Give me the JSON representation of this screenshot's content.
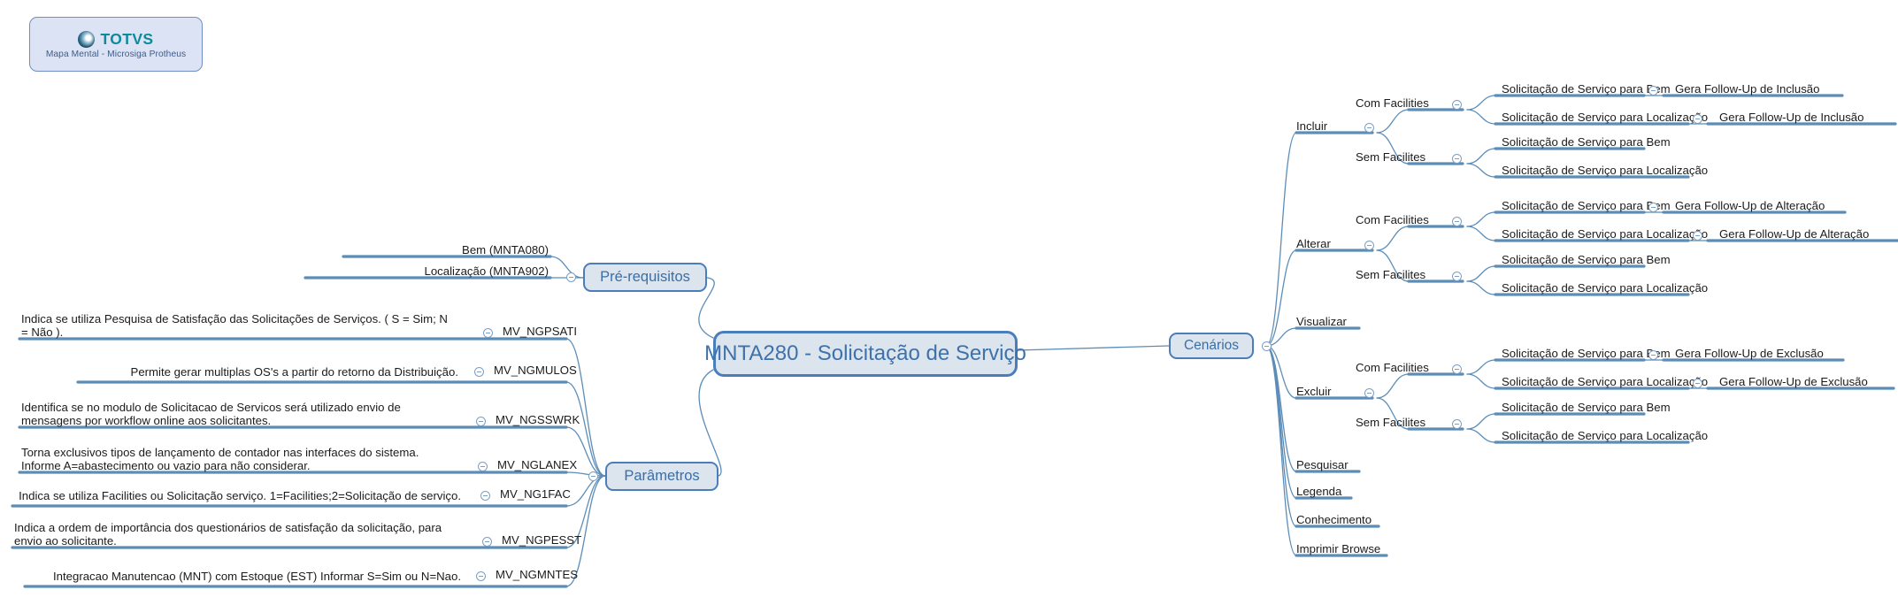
{
  "logo": {
    "brand": "TOTVS",
    "subtitle": "Mapa Mental - Microsiga Protheus",
    "orb_icon": "totvs-orb-icon",
    "brand_color": "#0f8a9a",
    "box_fill": "#dbe3f4",
    "box_border": "#6f8fc4"
  },
  "theme": {
    "node_fill": "#dce4ee",
    "node_border": "#4a7ebb",
    "node_text": "#3a6ea8",
    "connector": "#5b8db8",
    "topic_text": "#1b1b1b",
    "background": "#ffffff"
  },
  "central": {
    "label": "MNTA280 - Solicitação de Serviço"
  },
  "branches": {
    "prerequisitos": {
      "label": "Pré-requisitos",
      "children": [
        {
          "label": "Bem (MNTA080)"
        },
        {
          "label": "Localização (MNTA902)"
        }
      ]
    },
    "parametros": {
      "label": "Parâmetros",
      "children": [
        {
          "description": "Indica se utiliza Pesquisa de Satisfação das Solicitações de Serviços. ( S = Sim; N = Não ).",
          "name": "MV_NGPSATI"
        },
        {
          "description": "Permite gerar multiplas OS's a partir do retorno da Distribuição.",
          "name": "MV_NGMULOS"
        },
        {
          "description": "Identifica se no modulo de Solicitacao de Servicos será utilizado envio de mensagens por workflow online aos solicitantes.",
          "name": "MV_NGSSWRK"
        },
        {
          "description": "Torna exclusivos tipos de lançamento de contador  nas interfaces do sistema. Informe A=abastecimento ou vazio para não considerar.",
          "name": "MV_NGLANEX"
        },
        {
          "description": "Indica se utiliza Facilities ou Solicitação  serviço. 1=Facilities;2=Solicitação de serviço.",
          "name": "MV_NG1FAC"
        },
        {
          "description": "Indica a ordem de importância dos questionários de satisfação da solicitação, para envio ao solicitante.",
          "name": "MV_NGPESST"
        },
        {
          "description": "Integracao Manutencao (MNT) com Estoque (EST) Informar S=Sim ou N=Nao.",
          "name": "MV_NGMNTES"
        }
      ]
    },
    "cenarios": {
      "label": "Cenários",
      "children": [
        {
          "label": "Incluir",
          "groups": [
            {
              "label": "Com Facilities",
              "items": [
                {
                  "label": "Solicitação de Serviço para Bem",
                  "followup": "Gera Follow-Up de Inclusão"
                },
                {
                  "label": "Solicitação de Serviço para Localização",
                  "followup": "Gera Follow-Up de Inclusão"
                }
              ]
            },
            {
              "label": "Sem Facilites",
              "items": [
                {
                  "label": "Solicitação de Serviço para Bem",
                  "followup": ""
                },
                {
                  "label": "Solicitação de Serviço para Localização",
                  "followup": ""
                }
              ]
            }
          ]
        },
        {
          "label": "Alterar",
          "groups": [
            {
              "label": "Com Facilities",
              "items": [
                {
                  "label": "Solicitação de Serviço para Bem",
                  "followup": "Gera Follow-Up de Alteração"
                },
                {
                  "label": "Solicitação de Serviço para Localização",
                  "followup": "Gera Follow-Up de Alteração"
                }
              ]
            },
            {
              "label": "Sem Facilites",
              "items": [
                {
                  "label": "Solicitação de Serviço para Bem",
                  "followup": ""
                },
                {
                  "label": "Solicitação de Serviço para Localização",
                  "followup": ""
                }
              ]
            }
          ]
        },
        {
          "label": "Visualizar",
          "groups": []
        },
        {
          "label": "Excluir",
          "groups": [
            {
              "label": "Com Facilities",
              "items": [
                {
                  "label": "Solicitação de Serviço para Bem",
                  "followup": "Gera Follow-Up de Exclusão"
                },
                {
                  "label": "Solicitação de Serviço para Localização",
                  "followup": "Gera Follow-Up de Exclusão"
                }
              ]
            },
            {
              "label": "Sem Facilites",
              "items": [
                {
                  "label": "Solicitação de Serviço para Bem",
                  "followup": ""
                },
                {
                  "label": "Solicitação de Serviço para Localização",
                  "followup": ""
                }
              ]
            }
          ]
        },
        {
          "label": "Pesquisar",
          "groups": []
        },
        {
          "label": "Legenda",
          "groups": []
        },
        {
          "label": "Conhecimento",
          "groups": []
        },
        {
          "label": "Imprimir Browse",
          "groups": []
        }
      ]
    }
  }
}
